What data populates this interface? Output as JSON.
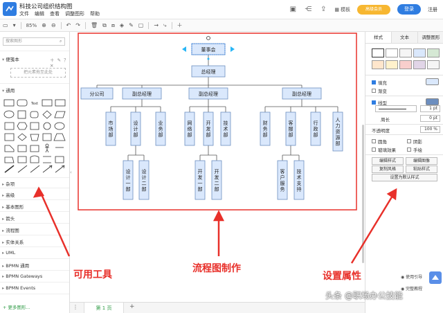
{
  "app": {
    "title": "科技公司组织结构图",
    "menu": [
      "文件",
      "编辑",
      "查看",
      "调整图形",
      "帮助"
    ],
    "template_label": "模板",
    "badge_label": "高级会员",
    "login_label": "登录",
    "register_label": "注册"
  },
  "toolbar": {
    "zoom": "85%"
  },
  "left_panel": {
    "search_placeholder": "搜索图形",
    "scratchpad_label": "便笺本",
    "drop_hint": "把元素拖至此处",
    "general_label": "通用",
    "categories": [
      "杂项",
      "高级",
      "基本图形",
      "箭头",
      "流程图",
      "实体关系",
      "UML",
      "BPMN 通用",
      "BPMN Gateways",
      "BPMN Events"
    ],
    "more_shapes": "+ 更多图形..."
  },
  "page_tabs": {
    "current": "第 1 页"
  },
  "org_chart": {
    "board": "董事会",
    "gm": "总经理",
    "branch": "分公司",
    "vp1": "副总经理",
    "vp2": "副总经理",
    "vp3": "副总经理",
    "departments": {
      "market": "市场部",
      "design": "设计部",
      "business": "业务部",
      "network": "网络部",
      "dev": "开发部",
      "tech": "技术部",
      "finance": "财务部",
      "cs": "客服部",
      "admin": "行政部",
      "hr": "人力资源部",
      "design1": "设计一部",
      "design2": "设计二部",
      "dev1": "开发一部",
      "dev2": "开发二部",
      "service": "客户服务",
      "support": "技术支持"
    }
  },
  "right_panel": {
    "tabs": [
      "样式",
      "文本",
      "调整图形"
    ],
    "fill_label": "填充",
    "gradient_label": "渐变",
    "line_label": "线型",
    "line_width": "1 pt",
    "perimeter_label": "周长",
    "perimeter_value": "0 pt",
    "opacity_label": "不透明度",
    "opacity_value": "100 %",
    "rounded_label": "圆角",
    "shadow_label": "阴影",
    "glass_label": "玻璃效果",
    "sketch_label": "手绘",
    "edit_style": "编辑样式",
    "edit_image": "编辑图像",
    "copy_style": "复制风格",
    "paste_style": "粘贴样式",
    "set_default": "设置为默认样式",
    "guide_label": "使用引导",
    "full_tutorial": "完整教程",
    "swatches": [
      "#ffffff",
      "#ffffff",
      "#f5f5f5",
      "#dae8fc",
      "#d5e8d4",
      "#ffe6cc",
      "#fff2cc",
      "#f8cecc",
      "#e1d5e7",
      "#f5f5f5"
    ]
  },
  "annotations": {
    "tools": "可用工具",
    "flowchart": "流程图制作",
    "properties": "设置属性",
    "watermark": "头条 @职场办公技能"
  },
  "colors": {
    "accent": "#2f7de1",
    "node_fill": "#dae8fc",
    "node_border": "#6c8ebf",
    "annotation": "#e8302a",
    "badge": "#f7b731"
  }
}
